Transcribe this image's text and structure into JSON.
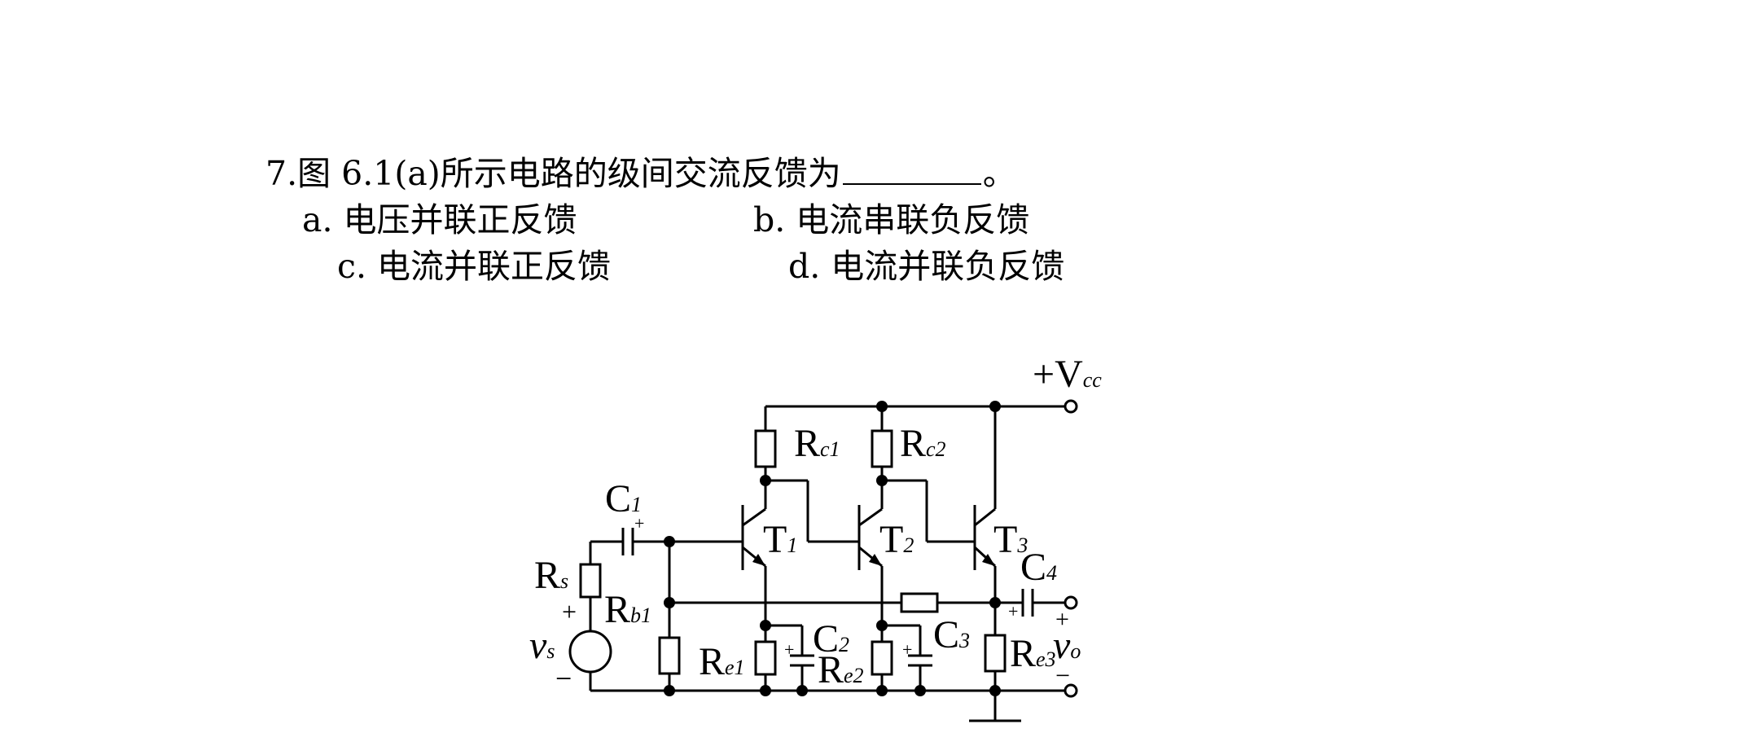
{
  "question": {
    "number": "7.",
    "text_before_blank": "图 6.1(a)所示电路的级间交流反馈为",
    "text_after_blank": "。"
  },
  "options": {
    "a": "a. 电压并联正反馈",
    "b": "b. 电流串联负反馈",
    "c": "c. 电流并联正反馈",
    "d": "d. 电流并联负反馈"
  },
  "circuit": {
    "vcc": {
      "main": "+V",
      "sub": "cc"
    },
    "rc1": {
      "main": "R",
      "sub": "c1"
    },
    "rc2": {
      "main": "R",
      "sub": "c2"
    },
    "c1": {
      "main": "C",
      "sub": "1"
    },
    "t1": {
      "main": "T",
      "sub": "1"
    },
    "t2": {
      "main": "T",
      "sub": "2"
    },
    "t3": {
      "main": "T",
      "sub": "3"
    },
    "c4": {
      "main": "C",
      "sub": "4"
    },
    "rs": {
      "main": "R",
      "sub": "s"
    },
    "rb1": {
      "main": "R",
      "sub": "b1"
    },
    "vs": {
      "main": "v",
      "sub": "s"
    },
    "re1": {
      "main": "R",
      "sub": "e1"
    },
    "c2": {
      "main": "C",
      "sub": "2"
    },
    "re2": {
      "main": "R",
      "sub": "e2"
    },
    "c3": {
      "main": "C",
      "sub": "3"
    },
    "re3": {
      "main": "R",
      "sub": "e3"
    },
    "vo": {
      "main": "v",
      "sub": "o"
    },
    "plus": "+",
    "minus": "−"
  }
}
